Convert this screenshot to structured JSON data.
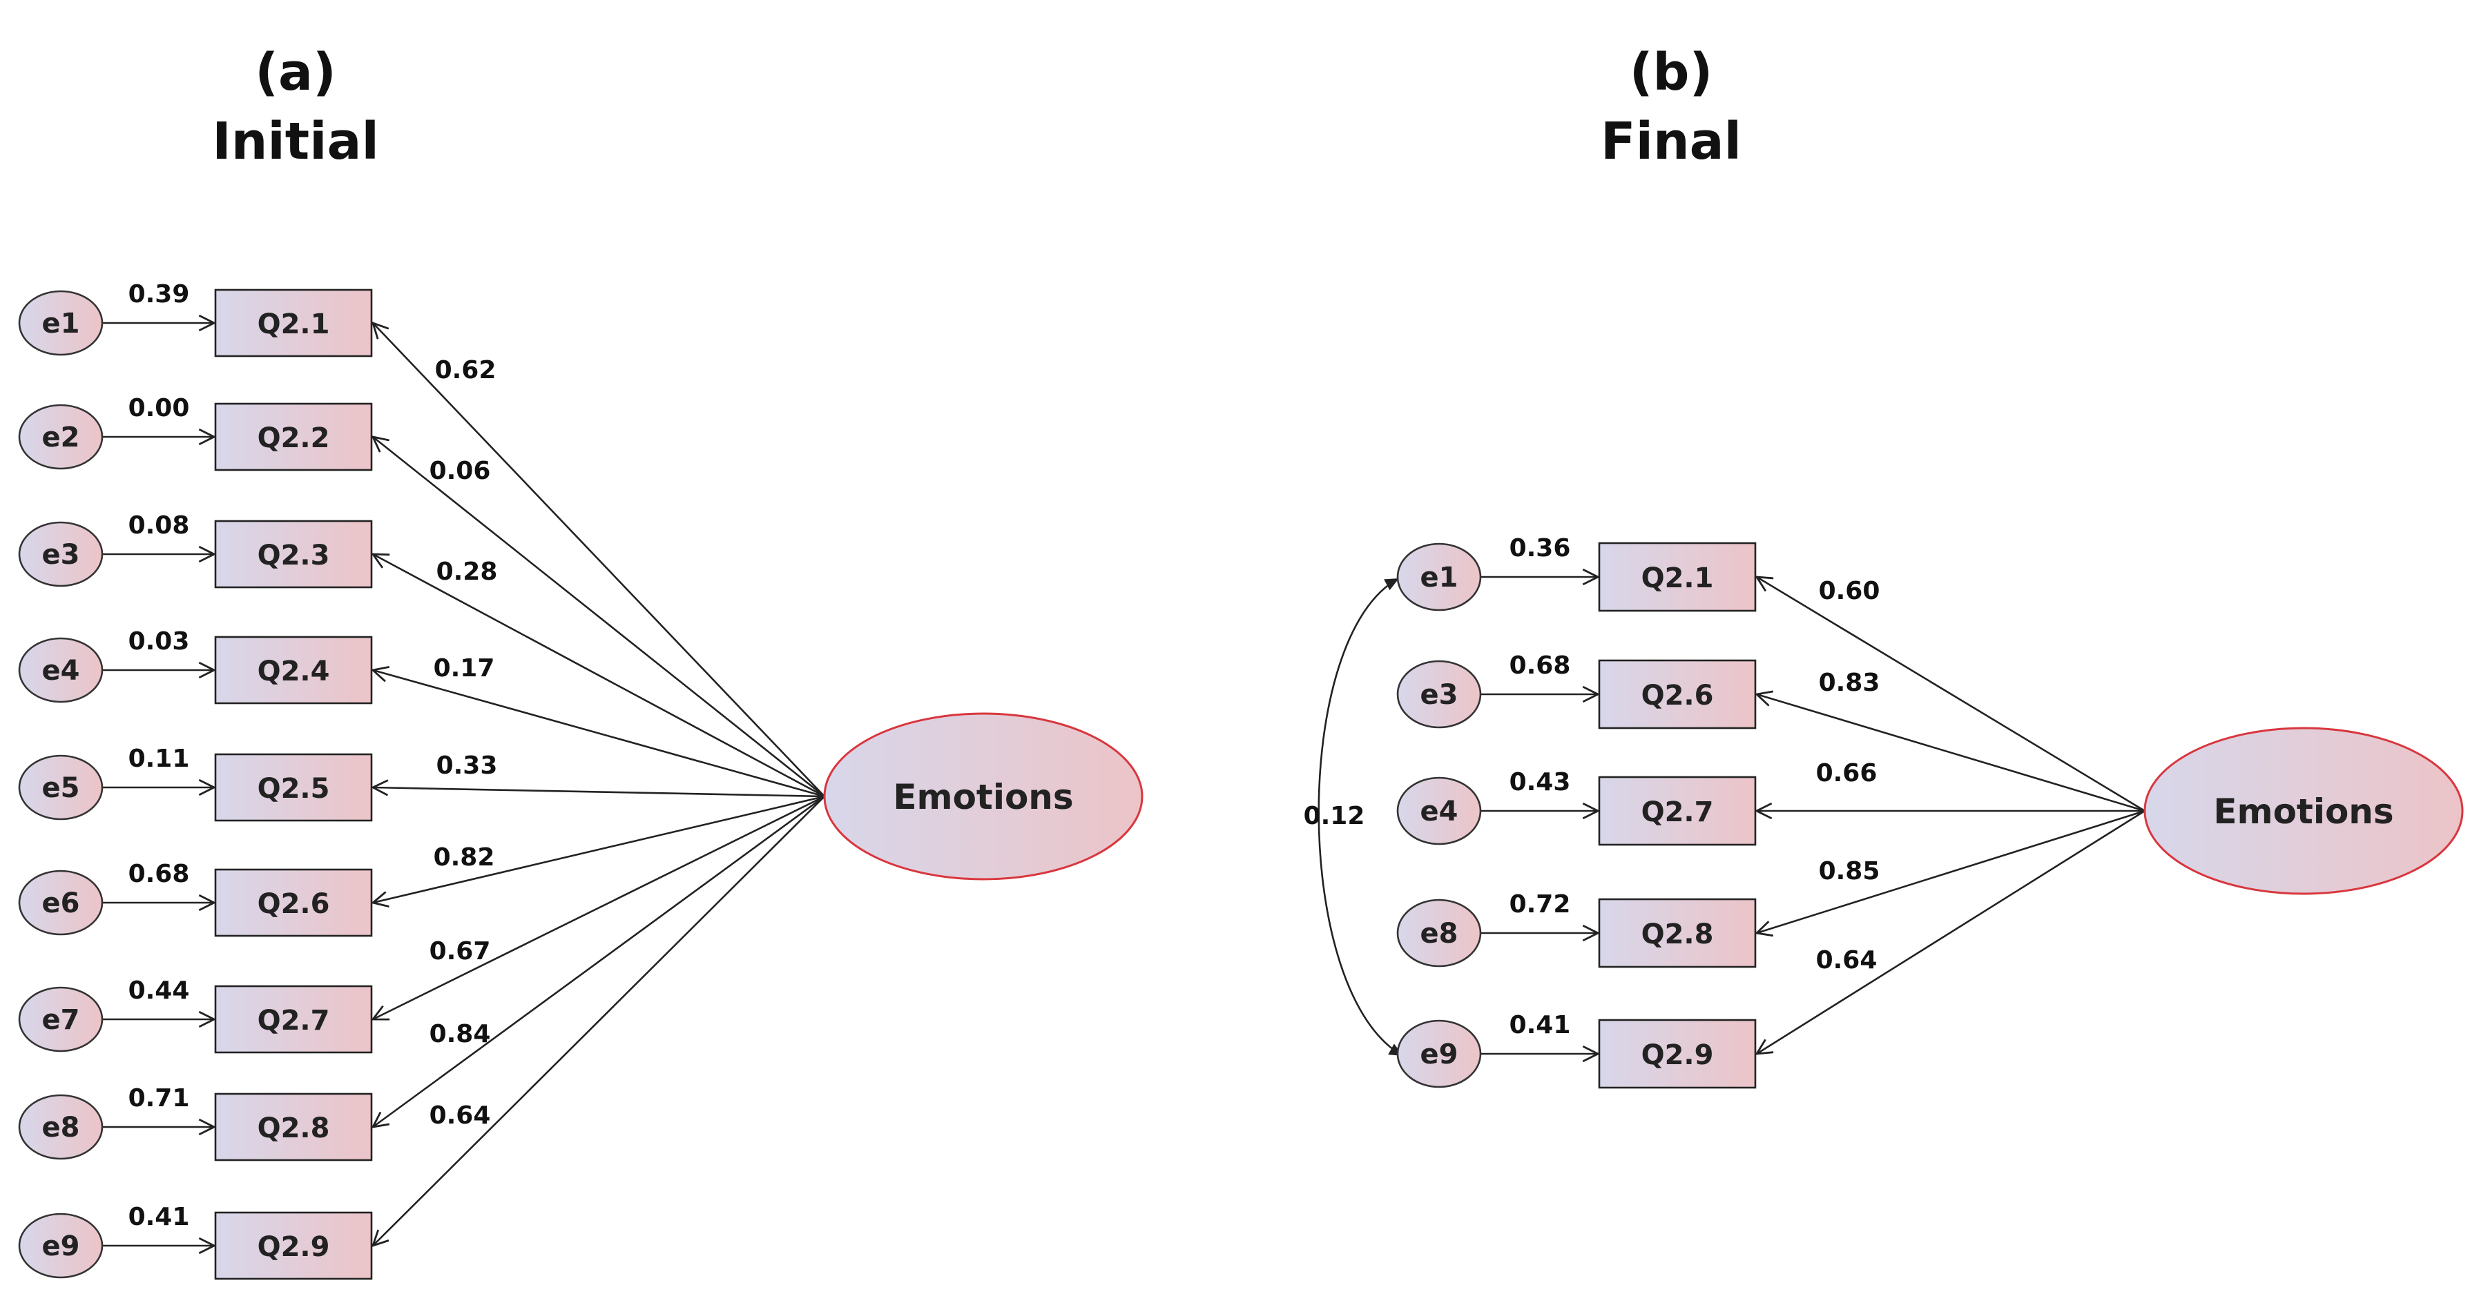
{
  "panels": [
    {
      "id": "a",
      "label": "(a)",
      "title": "Initial",
      "latent": "Emotions",
      "items": [
        {
          "error": "e1",
          "indicator": "Q2.1",
          "error_value": "0.39",
          "loading": "0.62"
        },
        {
          "error": "e2",
          "indicator": "Q2.2",
          "error_value": "0.00",
          "loading": "0.06"
        },
        {
          "error": "e3",
          "indicator": "Q2.3",
          "error_value": "0.08",
          "loading": "0.28"
        },
        {
          "error": "e4",
          "indicator": "Q2.4",
          "error_value": "0.03",
          "loading": "0.17"
        },
        {
          "error": "e5",
          "indicator": "Q2.5",
          "error_value": "0.11",
          "loading": "0.33"
        },
        {
          "error": "e6",
          "indicator": "Q2.6",
          "error_value": "0.68",
          "loading": "0.82"
        },
        {
          "error": "e7",
          "indicator": "Q2.7",
          "error_value": "0.44",
          "loading": "0.67"
        },
        {
          "error": "e8",
          "indicator": "Q2.8",
          "error_value": "0.71",
          "loading": "0.84"
        },
        {
          "error": "e9",
          "indicator": "Q2.9",
          "error_value": "0.41",
          "loading": "0.64"
        }
      ]
    },
    {
      "id": "b",
      "label": "(b)",
      "title": "Final",
      "latent": "Emotions",
      "items": [
        {
          "error": "e1",
          "indicator": "Q2.1",
          "error_value": "0.36",
          "loading": "0.60"
        },
        {
          "error": "e3",
          "indicator": "Q2.6",
          "error_value": "0.68",
          "loading": "0.83"
        },
        {
          "error": "e4",
          "indicator": "Q2.7",
          "error_value": "0.43",
          "loading": "0.66"
        },
        {
          "error": "e8",
          "indicator": "Q2.8",
          "error_value": "0.72",
          "loading": "0.85"
        },
        {
          "error": "e9",
          "indicator": "Q2.9",
          "error_value": "0.41",
          "loading": "0.64"
        }
      ],
      "covariance": {
        "from": "e1",
        "to": "e9",
        "value": "0.12"
      }
    }
  ],
  "colors": {
    "node_gradient_start": "#d7d7ea",
    "node_gradient_end": "#ecc4c8",
    "latent_border": "#d9363e",
    "line": "#222222"
  }
}
